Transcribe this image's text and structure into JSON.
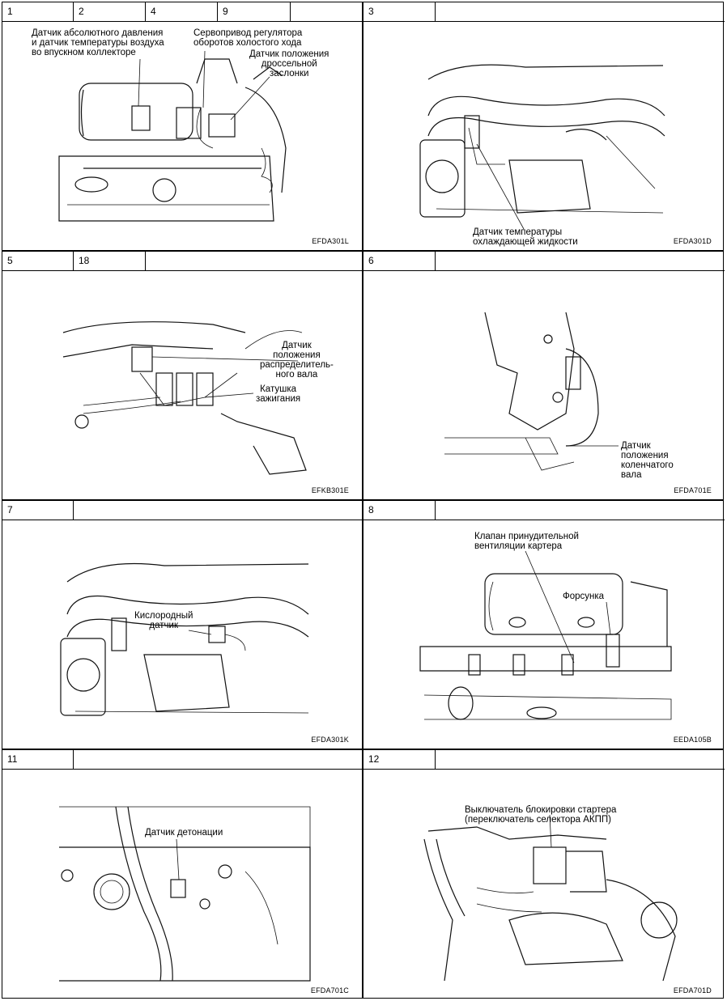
{
  "panels": [
    {
      "header_numbers": [
        "1",
        "2",
        "4",
        "9",
        ""
      ],
      "labels": [
        "Датчик абсолютного давления\nи датчик температуры воздуха\nво впускном коллекторе",
        "Сервопривод регулятора\nоборотов холостого хода",
        "Датчик положения\nдроссельной\nзаслонки"
      ],
      "code": "EFDA301L"
    },
    {
      "header_numbers": [
        "3",
        ""
      ],
      "labels": [
        "Датчик температуры\nохлаждающей жидкости"
      ],
      "code": "EFDA301D"
    },
    {
      "header_numbers": [
        "5",
        "18",
        ""
      ],
      "labels": [
        "Датчик\nположения\nраспределитель-\nного вала",
        "Катушка\nзажигания"
      ],
      "code": "EFKB301E"
    },
    {
      "header_numbers": [
        "6",
        ""
      ],
      "labels": [
        "Датчик\nположения\nколенчатого\nвала"
      ],
      "code": "EFDA701E"
    },
    {
      "header_numbers": [
        "7",
        ""
      ],
      "labels": [
        "Кислородный\nдатчик"
      ],
      "code": "EFDA301K"
    },
    {
      "header_numbers": [
        "8",
        ""
      ],
      "labels": [
        "Клапан принудительной\nвентиляции картера",
        "Форсунка"
      ],
      "code": "EEDA105B"
    },
    {
      "header_numbers": [
        "11",
        ""
      ],
      "labels": [
        "Датчик детонации"
      ],
      "code": "EFDA701C"
    },
    {
      "header_numbers": [
        "12",
        ""
      ],
      "labels": [
        "Выключатель блокировки стартера\n(переключатель селектора АКПП)"
      ],
      "code": "EFDA701D"
    }
  ]
}
